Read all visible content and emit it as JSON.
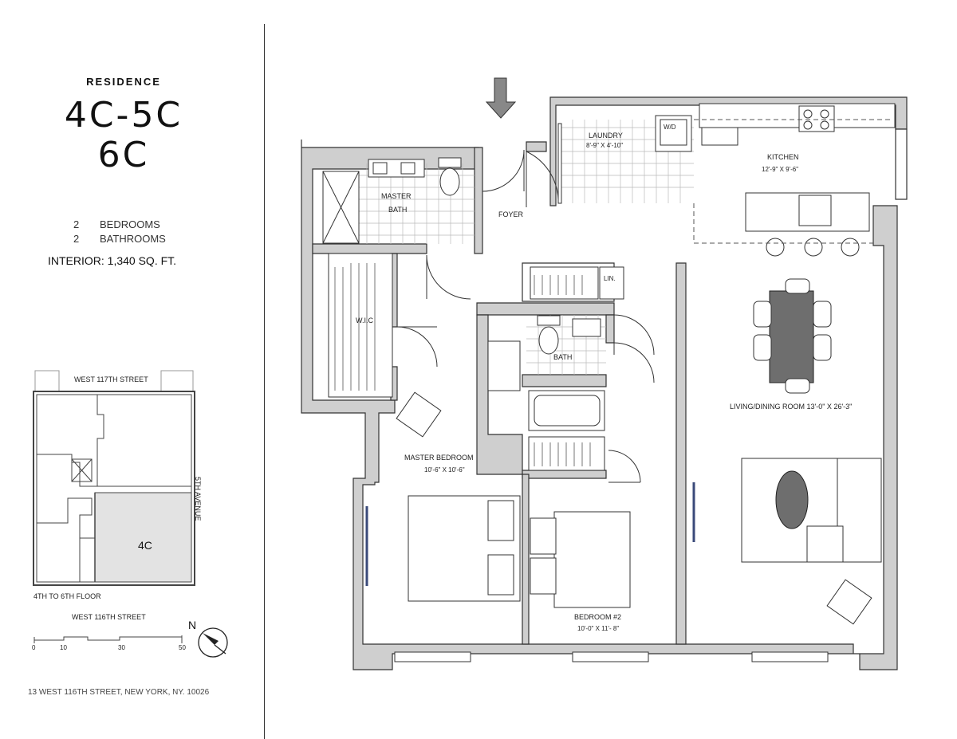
{
  "header": {
    "eyebrow": "RESIDENCE",
    "unit_line1": "4C-5C",
    "unit_line2": "6C"
  },
  "specs": {
    "bedrooms_count": "2",
    "bedrooms_label": "BEDROOMS",
    "bathrooms_count": "2",
    "bathrooms_label": "BATHROOMS",
    "interior": "INTERIOR:  1,340 SQ. FT."
  },
  "keyplan": {
    "north_street": "WEST 117TH STREET",
    "south_street": "WEST 116TH STREET",
    "east_street": "5TH AVENUE",
    "unit_tag": "4C",
    "floors": "4TH TO 6TH FLOOR",
    "scale_ticks": [
      "0",
      "10",
      "30",
      "50"
    ],
    "north_label": "N"
  },
  "address": "13 WEST 116TH STREET, NEW YORK,  NY. 10026",
  "rooms": {
    "laundry": "LAUNDRY",
    "laundry_dim": "8'-9\" X 4'-10\"",
    "wd": "W/D",
    "kitchen": "KITCHEN",
    "kitchen_dim": "12'-9\" X 9'-6\"",
    "master_bath_1": "MASTER",
    "master_bath_2": "BATH",
    "foyer": "FOYER",
    "wic": "W.I.C",
    "lin": "LIN.",
    "bath": "BATH",
    "living": "LIVING/DINING ROOM 13'-0\" X 26'-3\"",
    "master_bedroom": "MASTER BEDROOM",
    "master_bedroom_dim": "10'-6\" X 10'-6\"",
    "bedroom2": "BEDROOM #2",
    "bedroom2_dim": "10'-0\" X 11'- 8\""
  },
  "colors": {
    "wall": "#cfcfcf",
    "wall_stroke": "#333333",
    "keyplan_highlight": "#e3e3e3",
    "table": "#6e6e6e",
    "window_accent": "#3a4a7a"
  }
}
